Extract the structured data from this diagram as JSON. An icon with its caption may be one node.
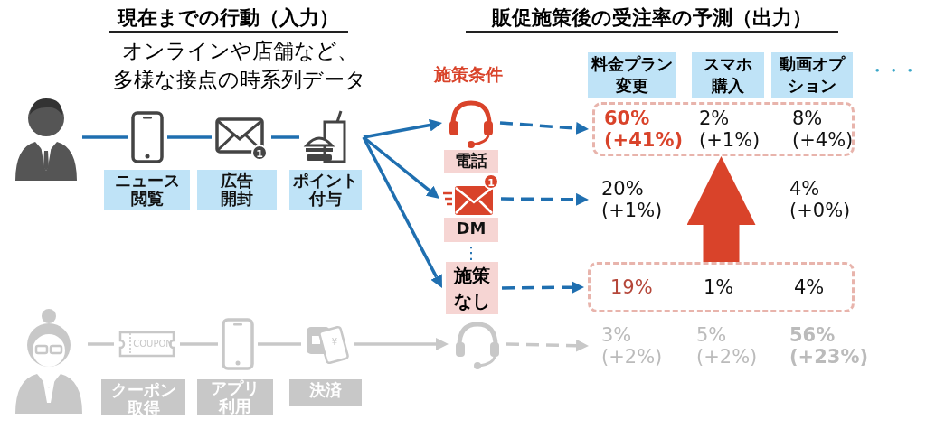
{
  "diagram": {
    "nodes": [
      {
        "text": [],
        "shape": "person"
      },
      {
        "text": [],
        "shape": "picture",
        "beside": [
          "ニュース閲覧"
        ]
      },
      {
        "text": [
          "1"
        ],
        "beside": [
          "広告開封"
        ]
      },
      {
        "text": [],
        "shape": "picture",
        "beside": [
          "ポイント付与"
        ]
      },
      {
        "text": [],
        "shape": "picture",
        "beside": [
          "電話"
        ]
      },
      {
        "text": [
          "1"
        ],
        "beside": [
          "DM"
        ]
      },
      {
        "text": [
          "施策なし"
        ]
      },
      {
        "text": [
          "60% (+41%)",
          "2% (+1%)",
          "8% (+4%)"
        ]
      },
      {
        "text": [
          "20% (+1%)",
          "4% (+0%)"
        ]
      },
      {
        "text": [
          "19%",
          "1%",
          "4%"
        ]
      },
      {
        "text": [],
        "shape": "person"
      },
      {
        "text": [
          "COUPON"
        ],
        "beside": [
          "クーポン取得"
        ]
      },
      {
        "text": [],
        "shape": "picture",
        "beside": [
          "アプリ利用"
        ]
      },
      {
        "text": [
          "¥"
        ],
        "beside": [
          "決済"
        ]
      },
      {
        "text": [],
        "shape": "picture"
      },
      {
        "text": [
          "3% (+2%)",
          "5% (+2%)",
          "56% (+23%)"
        ]
      }
    ],
    "edges": [
      {
        "from": 0,
        "to": 1,
        "arrow": "none"
      },
      {
        "from": 1,
        "to": 2,
        "arrow": "none"
      },
      {
        "from": 2,
        "to": 3,
        "arrow": "none"
      },
      {
        "from": 3,
        "to": 4,
        "arrow": "to"
      },
      {
        "from": 3,
        "to": 5,
        "arrow": "to"
      },
      {
        "from": 3,
        "to": 6,
        "arrow": "to"
      },
      {
        "from": 4,
        "to": 7,
        "arrow": "to",
        "style": "dashed"
      },
      {
        "from": 5,
        "to": 8,
        "arrow": "to",
        "style": "dashed"
      },
      {
        "from": 6,
        "to": 9,
        "arrow": "to",
        "style": "dashed"
      },
      {
        "from": 9,
        "to": 7,
        "arrow": "to",
        "style": "thick",
        "color": "#d9432a"
      },
      {
        "from": 10,
        "to": 11,
        "arrow": "none",
        "color": "#c8c8c8"
      },
      {
        "from": 11,
        "to": 12,
        "arrow": "none",
        "color": "#c8c8c8"
      },
      {
        "from": 12,
        "to": 13,
        "arrow": "none",
        "color": "#c8c8c8"
      },
      {
        "from": 13,
        "to": 14,
        "arrow": "to",
        "color": "#c8c8c8"
      },
      {
        "from": 14,
        "to": 15,
        "arrow": "to",
        "style": "dashed",
        "color": "#c8c8c8"
      }
    ],
    "labels": [
      "現在までの行動（入力）",
      "販促施策後の受注率の予測（出力）",
      "オンラインや店舗など、多様な接点の時系列データ",
      "施策条件",
      "料金プラン変更",
      "スマホ購入",
      "動画オプション",
      "・・・",
      "⋮"
    ]
  }
}
